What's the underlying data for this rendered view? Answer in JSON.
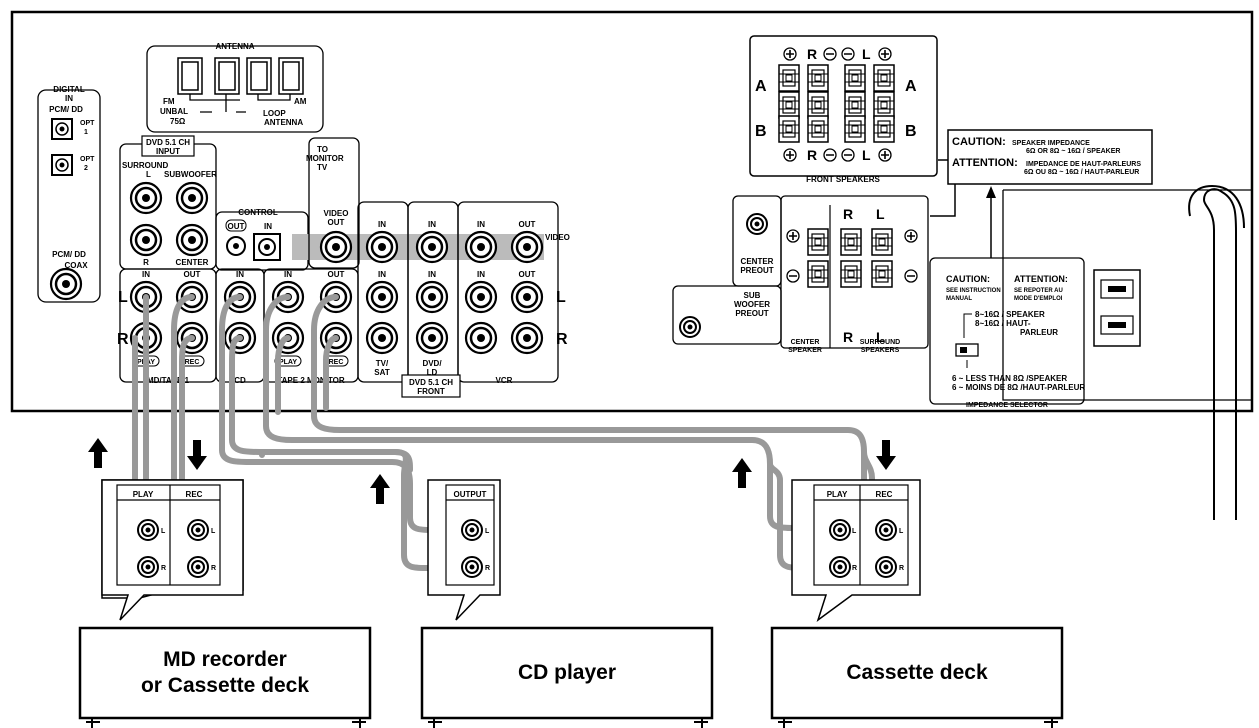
{
  "antenna": {
    "title": "ANTENNA",
    "fm": "FM",
    "unbal": "UNBAL",
    "ohm": "75Ω",
    "am": "AM",
    "loop": "LOOP",
    "antenna": "ANTENNA"
  },
  "digital": {
    "title": "DIGITAL",
    "in": "IN",
    "pcm_top": "PCM/ DD",
    "opt1": "OPT",
    "opt1_num": "1",
    "opt2": "OPT",
    "opt2_num": "2",
    "pcm_bottom": "PCM/ DD",
    "coax": "COAX"
  },
  "dvd_input": {
    "title": "DVD 5.1 CH",
    "subtitle": "INPUT",
    "surround": "SURROUND",
    "l": "L",
    "subwoofer": "SUBWOOFER",
    "r": "R",
    "center": "CENTER"
  },
  "control": {
    "title": "CONTROL",
    "out": "OUT",
    "in": "IN"
  },
  "monitor": {
    "to": "TO",
    "monitor": "MONITOR",
    "tv": "TV",
    "video": "VIDEO",
    "out": "OUT"
  },
  "jacks": {
    "in": "IN",
    "out": "OUT",
    "video": "VIDEO",
    "play": "PLAY",
    "rec": "REC",
    "l": "L",
    "r": "R",
    "md_tape1": "MD/TAPE 1",
    "cd": "CD",
    "tape2_monitor": "TAPE 2 MONITOR",
    "tv": "TV/",
    "sat": "SAT",
    "dvd": "DVD/",
    "ld": "LD",
    "vcr": "VCR",
    "dvd_front": "DVD 5.1 CH",
    "front": "FRONT"
  },
  "speakers": {
    "front": "FRONT SPEAKERS",
    "a": "A",
    "b": "B",
    "r": "R",
    "l": "L",
    "plus": "+",
    "minus": "−",
    "center_preout_1": "CENTER",
    "center_preout_2": "PREOUT",
    "sub_1": "SUB",
    "sub_2": "WOOFER",
    "sub_3": "PREOUT",
    "center_speaker_1": "CENTER",
    "center_speaker_2": "SPEAKER",
    "surround_1": "SURROUND",
    "surround_2": "SPEAKERS"
  },
  "caution": {
    "caution_label": "CAUTION:",
    "caution_line1": "SPEAKER IMPEDANCE",
    "caution_line2": "6Ω OR 8Ω ~ 16Ω  /  SPEAKER",
    "attention_label": "ATTENTION:",
    "attention_line1": "IMPEDANCE DE    HAUT-PARLEURS",
    "attention_line2": "6Ω OU 8Ω ~ 16Ω / HAUT-PARLEUR"
  },
  "impedance": {
    "caution": "CAUTION:",
    "see1": "SEE INSTRUCTION",
    "see2": "MANUAL",
    "attention": "ATTENTION:",
    "fr1": "SE REPOTER AU",
    "fr2": "MODE D'EMPLOI",
    "opt1a": "8~16Ω / SPEAKER",
    "opt1b": "8~16Ω / HAUT-",
    "opt1c": "PARLEUR",
    "opt2a": "6 ~ LESS THAN 8Ω /SPEAKER",
    "opt2b": "6 ~ MOINS DE 8Ω /HAUT-PARLEUR",
    "title": "IMPEDANCE SELECTOR"
  },
  "devices": {
    "play": "PLAY",
    "rec": "REC",
    "output": "OUTPUT",
    "l": "L",
    "r": "R",
    "md_line1": "MD recorder",
    "md_line2": "or Cassette deck",
    "cd_player": "CD player",
    "cassette_deck": "Cassette deck"
  }
}
